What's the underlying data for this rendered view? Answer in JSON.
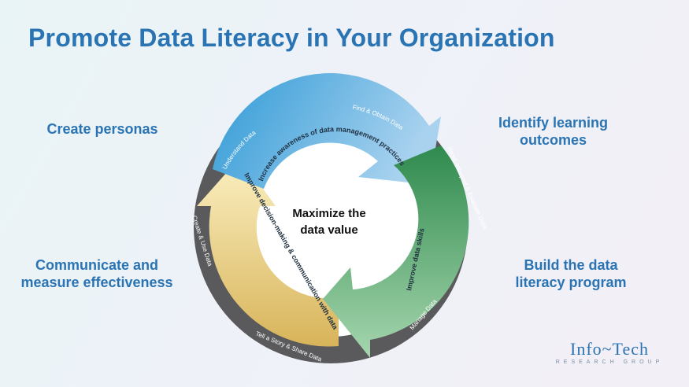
{
  "title": "Promote Data Literacy in Your Organization",
  "side_labels": {
    "top_left": "Create personas",
    "top_right": "Identify learning outcomes",
    "bottom_left": "Communicate and measure effectiveness",
    "bottom_right": "Build the data literacy program"
  },
  "center_text": [
    "Maximize the",
    "data value"
  ],
  "ring_labels": {
    "find_obtain": "Find & Obtain Data",
    "understand": "Understand Data",
    "read_interpret": "Read, Interpret & Evaluate Data",
    "manage": "Manage Data",
    "tell_story": "Tell a Story & Share Data",
    "create_use": "Create & Use Data"
  },
  "arrow_labels": {
    "blue": "Increase awareness of data management practices",
    "green": "Improve data skills",
    "yellow": "Improve decision-making & communication with data"
  },
  "colors": {
    "title": "#2a74b4",
    "ring": "#5a5a5c",
    "blue_arrow": "#5aaee0",
    "green_arrow": "#3f9a5c",
    "yellow_arrow": "#e9d488"
  },
  "logo": {
    "main": "Info~Tech",
    "sub": "RESEARCH GROUP"
  }
}
